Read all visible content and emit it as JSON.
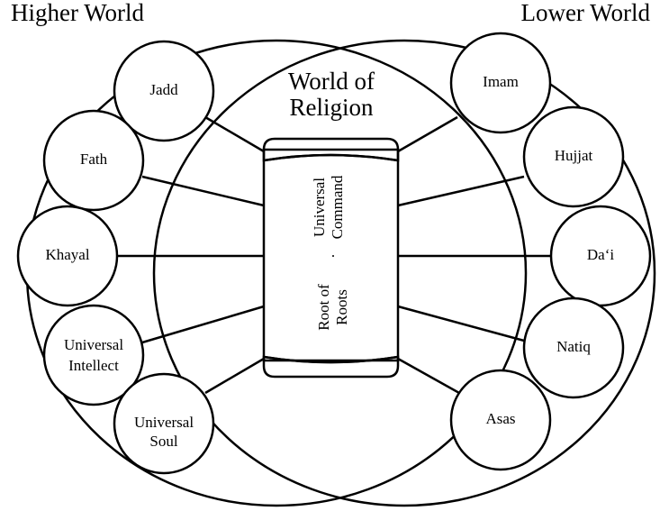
{
  "headings": {
    "higher_world": "Higher World",
    "lower_world": "Lower World",
    "center_title_line1": "World of",
    "center_title_line2": "Religion"
  },
  "higher_world_nodes": [
    {
      "id": "jadd",
      "lines": [
        "Jadd"
      ]
    },
    {
      "id": "fath",
      "lines": [
        "Fath"
      ]
    },
    {
      "id": "khayal",
      "lines": [
        "Khayal"
      ]
    },
    {
      "id": "universal-intellect",
      "lines": [
        "Universal",
        "Intellect"
      ]
    },
    {
      "id": "universal-soul",
      "lines": [
        "Universal",
        "Soul"
      ]
    }
  ],
  "lower_world_nodes": [
    {
      "id": "imam",
      "lines": [
        "Imam"
      ]
    },
    {
      "id": "hujjat",
      "lines": [
        "Hujjat"
      ]
    },
    {
      "id": "dai",
      "lines": [
        "Da‘i"
      ]
    },
    {
      "id": "natiq",
      "lines": [
        "Natiq"
      ]
    },
    {
      "id": "asas",
      "lines": [
        "Asas"
      ]
    }
  ],
  "central_pillar": {
    "upper_text_lines": [
      "Universal",
      "Command"
    ],
    "separator": ".",
    "lower_text_lines": [
      "Root of",
      "Roots"
    ]
  }
}
